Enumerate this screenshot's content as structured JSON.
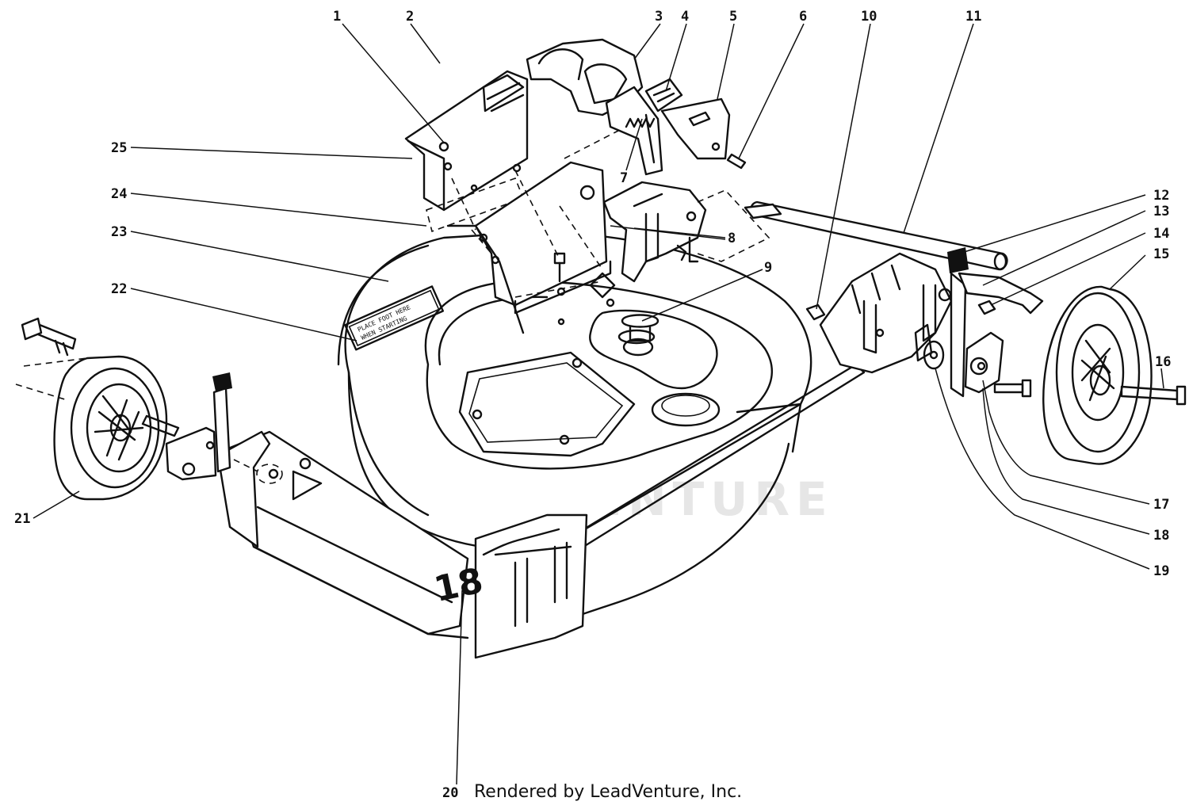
{
  "credit": "Rendered by LeadVenture, Inc.",
  "watermark": "LEADVENTURE",
  "deck_size": "18",
  "decal_lines": [
    "PLACE FOOT HERE",
    "WHEN STARTING"
  ],
  "callouts": [
    "1",
    "2",
    "3",
    "4",
    "5",
    "6",
    "7",
    "8",
    "9",
    "10",
    "11",
    "12",
    "13",
    "14",
    "15",
    "16",
    "17",
    "18",
    "19",
    "20",
    "21",
    "22",
    "23",
    "24",
    "25"
  ]
}
